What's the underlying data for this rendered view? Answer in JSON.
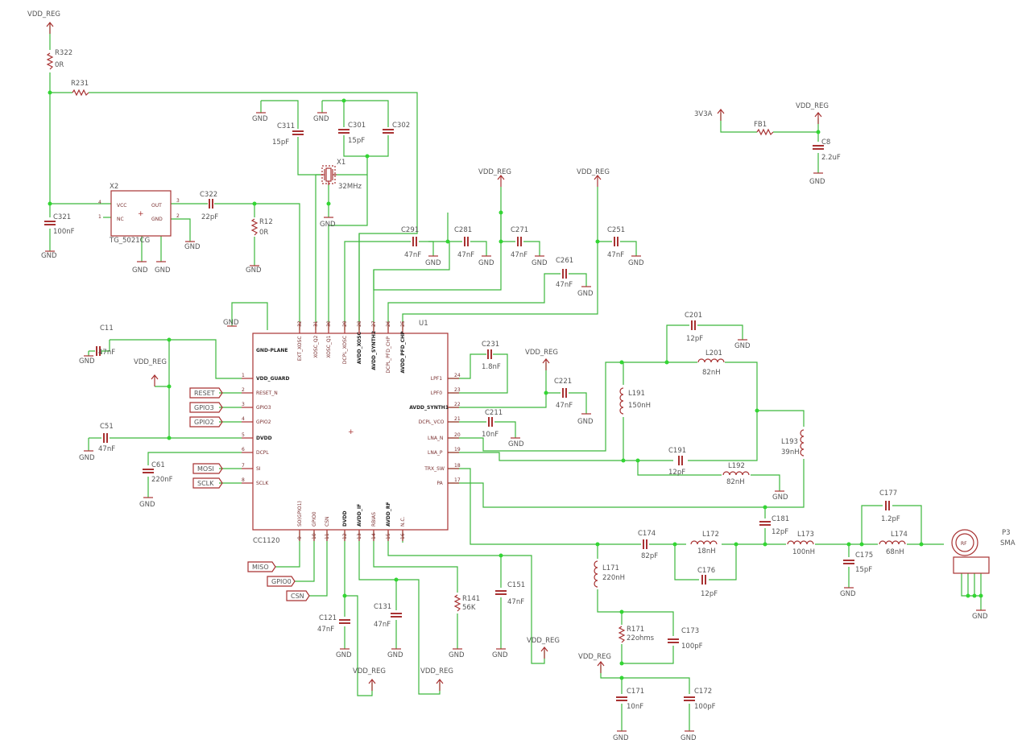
{
  "supplies": {
    "vdd": "VDD_REG",
    "v33": "3V3A",
    "gnd": "GND"
  },
  "parts": {
    "R322": "R322",
    "R322v": "0R",
    "R231": "R231",
    "C321": "C321",
    "C321v": "100nF",
    "X2": "X2",
    "X2n": "TG_5021CG",
    "X2p": [
      "VCC",
      "NC",
      "OUT",
      "GND"
    ],
    "X2pn": [
      "4",
      "1",
      "3",
      "2"
    ],
    "C322": "C322",
    "C322v": "22pF",
    "R12": "R12",
    "R12v": "0R",
    "C311": "C311",
    "C311v": "15pF",
    "C301": "C301",
    "C301v": "15pF",
    "C302": "C302",
    "X1": "X1",
    "X1v": "32MHz",
    "C291": "C291",
    "C281": "C281",
    "C271": "C271",
    "C261": "C261",
    "C251": "C251",
    "c47": "47nF",
    "FB1": "FB1",
    "C8": "C8",
    "C8v": "2.2uF",
    "C11": "C11",
    "C51": "C51",
    "C61": "C61",
    "C61v": "220nF",
    "C231": "C231",
    "C231v": "1.8nF",
    "C221": "C221",
    "C211": "C211",
    "c10": "10nF",
    "C201": "C201",
    "C201v": "12pF",
    "L201": "L201",
    "L201v": "82nH",
    "L191": "L191",
    "L191v": "150nH",
    "C191": "C191",
    "C191v": "12pF",
    "L192": "L192",
    "L192v": "82nH",
    "L193": "L193",
    "L193v": "39nH",
    "C181": "C181",
    "C181v": "12pF",
    "C174": "C174",
    "C174v": "82pF",
    "L172": "L172",
    "L172v": "18nH",
    "C176": "C176",
    "C176v": "12pF",
    "L173": "L173",
    "L173v": "100nH",
    "C175": "C175",
    "C175v": "15pF",
    "C177": "C177",
    "C177v": "1.2pF",
    "L174": "L174",
    "L174v": "68nH",
    "P3": "P3",
    "P3v": "SMA",
    "rf": "RF",
    "L171": "L171",
    "L171v": "220nH",
    "R171": "R171",
    "R171v": "22ohms",
    "C173": "C173",
    "C173v": "100pF",
    "C171": "C171",
    "C171v": "10nF",
    "C172": "C172",
    "C172v": "100pF",
    "C121": "C121",
    "C131": "C131",
    "C151": "C151",
    "R141": "R141",
    "R141v": "56K"
  },
  "ic": {
    "ref": "U1",
    "name": "CC1120",
    "left": [
      {
        "n": "",
        "l": "GND-PLANE"
      },
      {
        "n": "1",
        "l": "VDD_GUARD"
      },
      {
        "n": "2",
        "l": "RESET_N"
      },
      {
        "n": "3",
        "l": "GPIO3"
      },
      {
        "n": "4",
        "l": "GPIO2"
      },
      {
        "n": "5",
        "l": "DVDD"
      },
      {
        "n": "6",
        "l": "DCPL"
      },
      {
        "n": "7",
        "l": "SI"
      },
      {
        "n": "8",
        "l": "SCLK"
      }
    ],
    "top": [
      {
        "n": "32",
        "l": "EXT_XOSC"
      },
      {
        "n": "31",
        "l": "XOSC_Q2"
      },
      {
        "n": "30",
        "l": "XOSC_Q1"
      },
      {
        "n": "29",
        "l": "DCPL_XOSC"
      },
      {
        "n": "28",
        "l": "AVDD_XOSC"
      },
      {
        "n": "27",
        "l": "AVDD_SYNTH2"
      },
      {
        "n": "26",
        "l": "DCPL_PFD_CHP"
      },
      {
        "n": "25",
        "l": "AVDD_PFD_CHP"
      }
    ],
    "right": [
      {
        "n": "24",
        "l": "LPF1"
      },
      {
        "n": "23",
        "l": "LPF0"
      },
      {
        "n": "22",
        "l": "AVDD_SYNTH1"
      },
      {
        "n": "21",
        "l": "DCPL_VCO"
      },
      {
        "n": "20",
        "l": "LNA_N"
      },
      {
        "n": "19",
        "l": "LNA_P"
      },
      {
        "n": "18",
        "l": "TRX_SW"
      },
      {
        "n": "17",
        "l": "PA"
      }
    ],
    "bottom": [
      {
        "n": "9",
        "l": "SO(GPIO1)"
      },
      {
        "n": "10",
        "l": "GPIO0"
      },
      {
        "n": "11",
        "l": "CSN"
      },
      {
        "n": "12",
        "l": "DVDD"
      },
      {
        "n": "13",
        "l": "AVDD_IF"
      },
      {
        "n": "14",
        "l": "RBIAS"
      },
      {
        "n": "15",
        "l": "AVDD_RF"
      },
      {
        "n": "16",
        "l": "N.C."
      }
    ]
  },
  "ports": {
    "reset": "RESET",
    "gpio3": "GPIO3",
    "gpio2": "GPIO2",
    "mosi": "MOSI",
    "sclk": "SCLK",
    "miso": "MISO",
    "gpio0": "GPIO0",
    "csn": "CSN"
  }
}
